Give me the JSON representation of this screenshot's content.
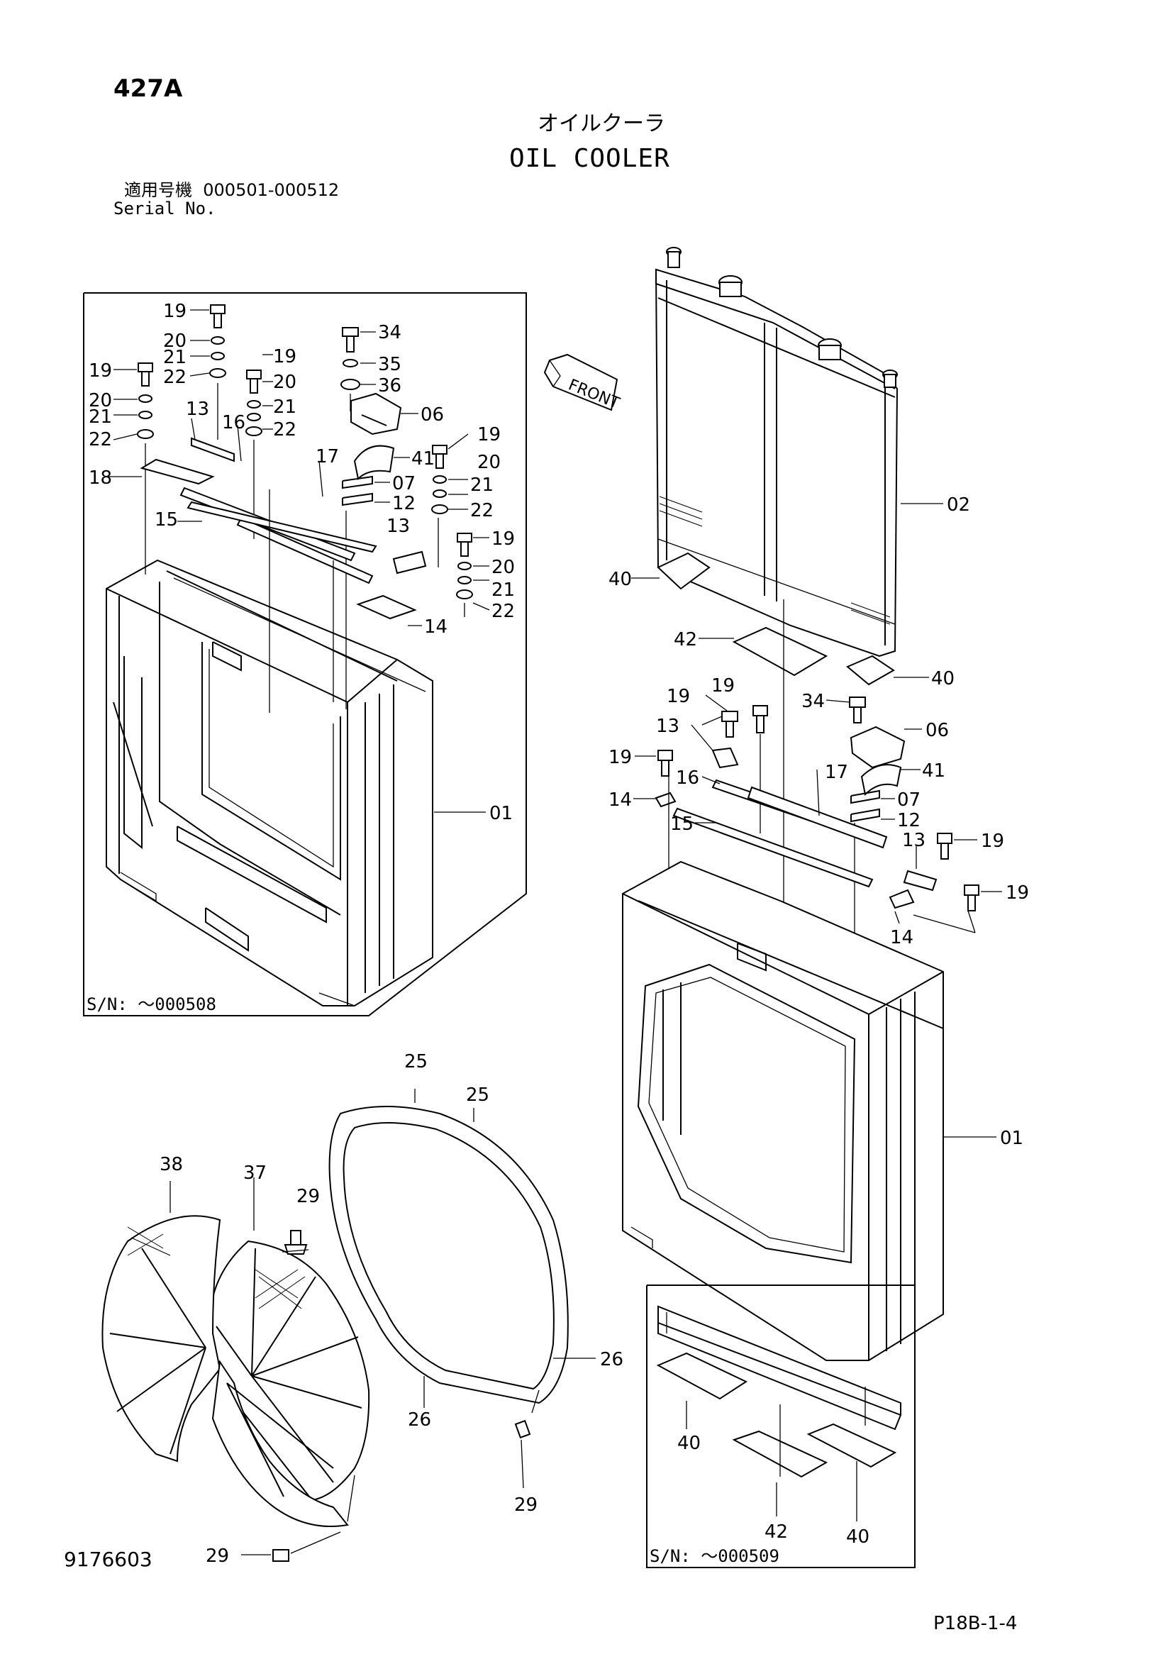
{
  "header": {
    "page_code": "427A",
    "title_jp": "オイルクーラ",
    "title_en": "OIL COOLER",
    "serial_label_jp": "適用号機",
    "serial_range": "000501-000512",
    "serial_label_en": "Serial No."
  },
  "insets": {
    "top_left_sn": "S/N:  ～000508",
    "bottom_right_sn": "S/N:  ～000509"
  },
  "direction_marker": "FRONT",
  "callouts": {
    "tl_19a": "19",
    "tl_20a": "20",
    "tl_21a": "21",
    "tl_22a": "22",
    "tl_19b": "19",
    "tl_20b": "20",
    "tl_21b": "21",
    "tl_22b": "22",
    "tl_19c": "19",
    "tl_20c": "20",
    "tl_21c": "21",
    "tl_22c": "22",
    "tl_34": "34",
    "tl_35": "35",
    "tl_36": "36",
    "tl_06": "06",
    "tl_41": "41",
    "tl_07": "07",
    "tl_12": "12",
    "tl_19d": "19",
    "tl_20d": "20",
    "tl_21d": "21",
    "tl_22d": "22",
    "tl_19e": "19",
    "tl_20e": "20",
    "tl_21e": "21",
    "tl_22e": "22",
    "tl_13a": "13",
    "tl_16": "16",
    "tl_17": "17",
    "tl_18": "18",
    "tl_15": "15",
    "tl_13b": "13",
    "tl_14": "14",
    "tl_01": "01",
    "r_02": "02",
    "r_40a": "40",
    "r_42": "42",
    "r_40b": "40",
    "r_19a": "19",
    "r_19b": "19",
    "r_34": "34",
    "r_06": "06",
    "r_13a": "13",
    "r_19c": "19",
    "r_41": "41",
    "r_17": "17",
    "r_16": "16",
    "r_14a": "14",
    "r_07": "07",
    "r_12": "12",
    "r_15": "15",
    "r_13b": "13",
    "r_19d": "19",
    "r_19e": "19",
    "r_14b": "14",
    "r_01": "01",
    "b_25a": "25",
    "b_25b": "25",
    "b_38": "38",
    "b_37": "37",
    "b_29a": "29",
    "b_26a": "26",
    "b_26b": "26",
    "b_29b": "29",
    "b_29c": "29",
    "br_40a": "40",
    "br_42": "42",
    "br_40b": "40"
  },
  "footer": {
    "drawing_number": "9176603",
    "sheet_ref": "P18B-1-4"
  }
}
